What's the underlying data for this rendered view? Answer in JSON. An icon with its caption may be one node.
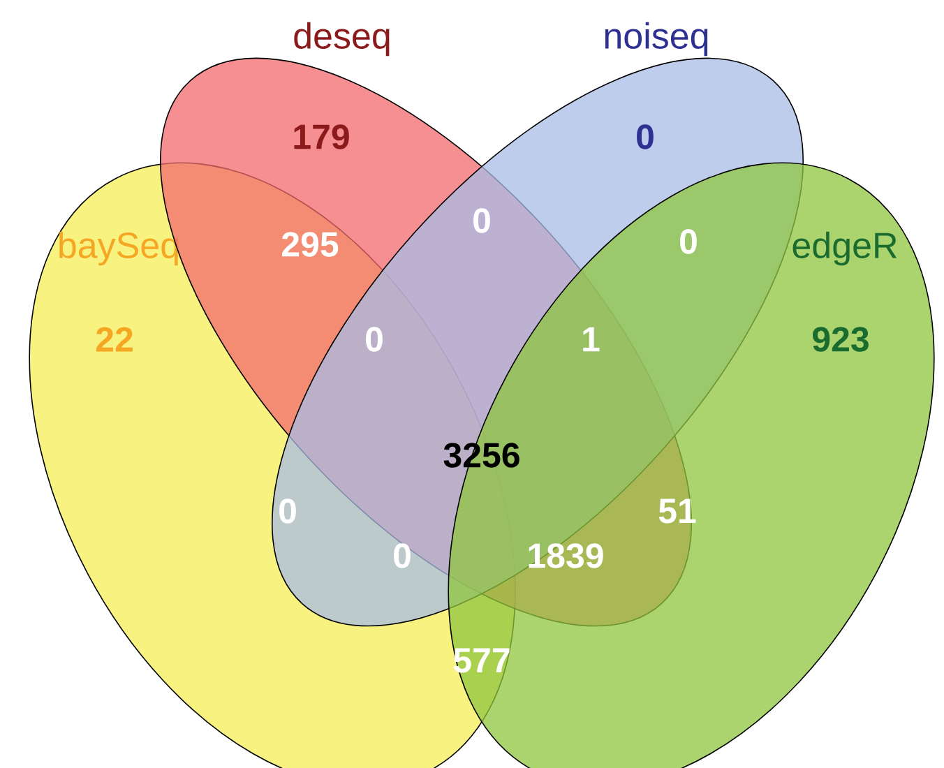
{
  "diagram": {
    "nodes": [
      {
        "text": [
          "baySeq",
          "22"
        ]
      },
      {
        "text": [
          "deseq",
          "179"
        ]
      },
      {
        "text": [
          "noiseq",
          "0"
        ]
      },
      {
        "text": [
          "edgeR",
          "923"
        ]
      }
    ],
    "labels": [
      "295",
      "0",
      "0",
      "0",
      "1",
      "3256",
      "0",
      "51",
      "0",
      "1839",
      "577"
    ]
  }
}
